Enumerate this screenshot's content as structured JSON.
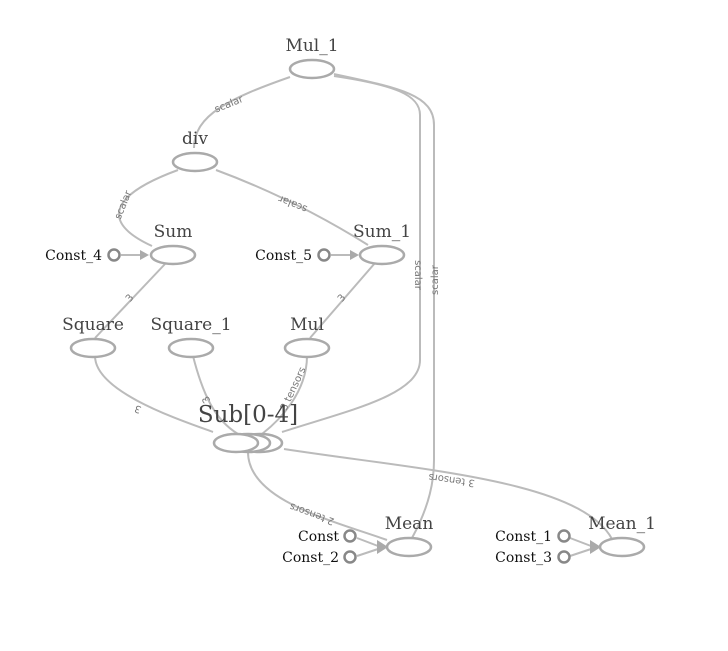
{
  "nodes": {
    "mul1": "Mul_1",
    "div": "div",
    "sum": "Sum",
    "sum1": "Sum_1",
    "square": "Square",
    "square1": "Square_1",
    "mul": "Mul",
    "sub": "Sub[0-4]",
    "mean": "Mean",
    "mean1": "Mean_1"
  },
  "consts": {
    "const4": "Const_4",
    "const5": "Const_5",
    "const": "Const",
    "const2": "Const_2",
    "const1": "Const_1",
    "const3": "Const_3"
  },
  "edges": {
    "mul1_div": "scalar",
    "div_sum": "scalar",
    "div_sum1": "scalar",
    "mul1_sub_a": "scalar",
    "mul1_mean": "scalar",
    "sum_square": "3",
    "sum1_mul": "3",
    "square_sub": "3",
    "square1_sub": "3",
    "mul_sub": "3 tensors",
    "sub_mean": "2 tensors",
    "sub_mean1": "3 tensors"
  }
}
